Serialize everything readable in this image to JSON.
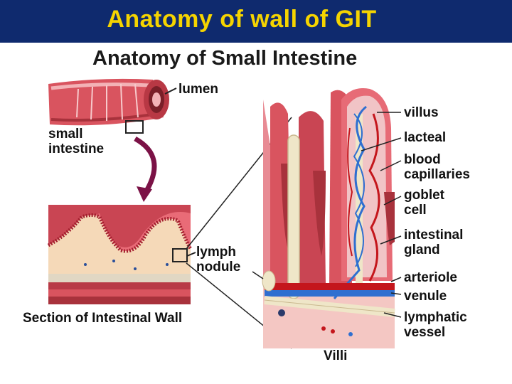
{
  "title": "Anatomy of wall of GIT",
  "diagram_title": "Anatomy of Small Intestine",
  "labels": {
    "lumen": "lumen",
    "small_intestine": [
      "small",
      "intestine"
    ],
    "section_caption": "Section of Intestinal Wall",
    "lymph_nodule": [
      "lymph",
      "nodule"
    ],
    "villus": "villus",
    "lacteal": "lacteal",
    "blood_capillaries": [
      "blood",
      "capillaries"
    ],
    "goblet_cell": [
      "goblet",
      "cell"
    ],
    "intestinal_gland": [
      "intestinal",
      "gland"
    ],
    "arteriole": "arteriole",
    "venule": "venule",
    "lymphatic_vessel": [
      "lymphatic",
      "vessel"
    ],
    "villi_caption": "Villi"
  },
  "colors": {
    "title_bar": "#0f2a6e",
    "title_text": "#f5d400",
    "tissue": "#d9545f",
    "tissue_light": "#f3b2b6",
    "vein_blue": "#2f6fd0",
    "artery_red": "#c4161c",
    "lymph_cream": "#efe6c8"
  }
}
